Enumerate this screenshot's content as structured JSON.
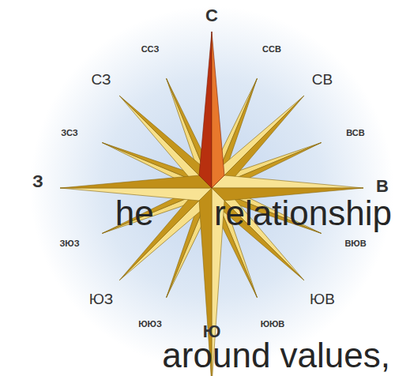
{
  "diagram": {
    "labels": [
      "С",
      "ССЗ",
      "ССВ",
      "СЗ",
      "СВ",
      "ЗСЗ",
      "ВСВ",
      "З",
      "В",
      "he relationship",
      "ЗЮЗ",
      "ВЮВ",
      "ЮЗ",
      "ЮВ",
      "ЮЮЗ",
      "ЮЮВ",
      "Ю",
      "around values,"
    ]
  }
}
